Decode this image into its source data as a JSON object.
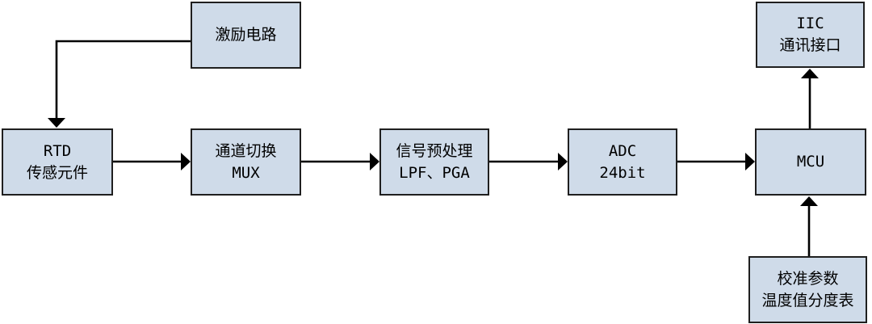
{
  "diagram": {
    "type": "block-diagram",
    "colors": {
      "background": "#ffffff",
      "block_fill": "#cfdbe9",
      "block_border": "#1f1f1f",
      "arrow": "#000000",
      "text": "#000000"
    },
    "blocks": {
      "excitation": {
        "line1": "激励电路"
      },
      "rtd": {
        "line1": "RTD",
        "line2": "传感元件"
      },
      "mux": {
        "line1": "通道切换",
        "line2": "MUX"
      },
      "preprocess": {
        "line1": "信号预处理",
        "line2": "LPF、PGA"
      },
      "adc": {
        "line1": "ADC",
        "line2": "24bit"
      },
      "mcu": {
        "line1": "MCU"
      },
      "iic": {
        "line1": "IIC",
        "line2": "通讯接口"
      },
      "calibration": {
        "line1": "校准参数",
        "line2": "温度值分度表"
      }
    },
    "connections": [
      {
        "from": "excitation",
        "to": "rtd"
      },
      {
        "from": "rtd",
        "to": "mux"
      },
      {
        "from": "mux",
        "to": "preprocess"
      },
      {
        "from": "preprocess",
        "to": "adc"
      },
      {
        "from": "adc",
        "to": "mcu"
      },
      {
        "from": "mcu",
        "to": "iic"
      },
      {
        "from": "calibration",
        "to": "mcu"
      }
    ]
  }
}
